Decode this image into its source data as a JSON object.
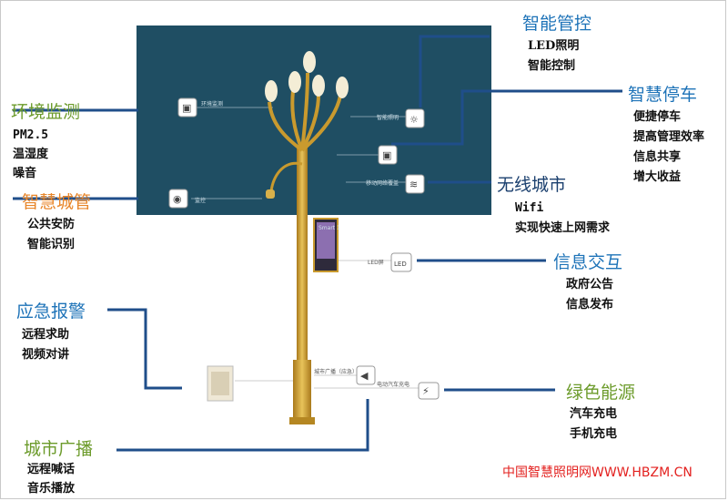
{
  "categories": {
    "smart_control": {
      "title": "智能管控",
      "items": [
        "LED照明",
        "智能控制"
      ]
    },
    "smart_parking": {
      "title": "智慧停车",
      "items": [
        "便捷停车",
        "提高管理效率",
        "信息共享",
        "增大收益"
      ]
    },
    "env_monitor": {
      "title": "环境监测",
      "items": [
        "PM2.5",
        "温湿度",
        "噪音"
      ]
    },
    "smart_city_mgmt": {
      "title": "智慧城管",
      "items": [
        "公共安防",
        "智能识别"
      ]
    },
    "wireless_city": {
      "title": "无线城市",
      "items": [
        "Wifi",
        "实现快速上网需求"
      ]
    },
    "info_interaction": {
      "title": "信息交互",
      "items": [
        "政府公告",
        "信息发布"
      ]
    },
    "emergency_alarm": {
      "title": "应急报警",
      "items": [
        "远程求助",
        "视频对讲"
      ]
    },
    "green_energy": {
      "title": "绿色能源",
      "items": [
        "汽车充电",
        "手机充电"
      ]
    },
    "city_broadcast": {
      "title": "城市广播",
      "items": [
        "远程喊话",
        "音乐播放"
      ]
    }
  },
  "pole_labels": {
    "env": "环境监测",
    "lighting": "智能照明",
    "wifi": "移动网络覆盖",
    "camera": "监控",
    "led_screen": "LED屏",
    "broadcast": "城市广播（应急）",
    "charging": "电动汽车充电",
    "screen_text": "Smart 1"
  },
  "watermark": "中国智慧照明网WWW.HBZM.CN",
  "colors": {
    "title_blue": "#1e73b8",
    "title_orange": "#e8862a",
    "title_green": "#6c9b2b",
    "panel": "#1f4e63",
    "pole_gold": "#c99a2e",
    "connector": "#1f4e8a",
    "watermark": "#e3211f"
  }
}
